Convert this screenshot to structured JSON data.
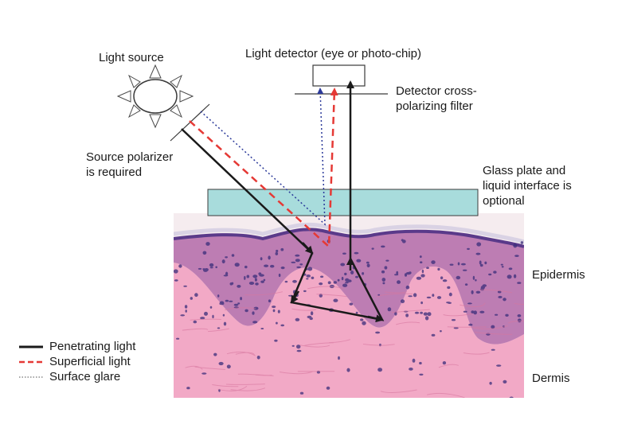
{
  "labels": {
    "light_source": "Light source",
    "light_detector": "Light detector (eye or photo-chip)",
    "detector_filter": [
      "Detector cross-",
      "polarizing filter"
    ],
    "source_polarizer": [
      "Source polarizer",
      "is required"
    ],
    "glass_plate": [
      "Glass plate and",
      "liquid interface is",
      "optional"
    ],
    "epidermis": "Epidermis",
    "dermis": "Dermis"
  },
  "legend": [
    {
      "label": "Penetrating light",
      "style": "solid",
      "color": "#1a1a1a"
    },
    {
      "label": "Superficial light",
      "style": "dashed",
      "color": "#e53935"
    },
    {
      "label": "Surface glare",
      "style": "dotted",
      "color": "#8a8a8a"
    }
  ],
  "colors": {
    "glass": "#a8dcdc",
    "dermis": "#f2a9c6",
    "epidermis": "#b36aa8",
    "stratum_corneum": "#d6cfe2",
    "nuclei": "#3a2d7a",
    "glare_ray": "#2c3a9a",
    "superficial_ray": "#e53935",
    "penetrating_ray": "#1a1a1a"
  }
}
